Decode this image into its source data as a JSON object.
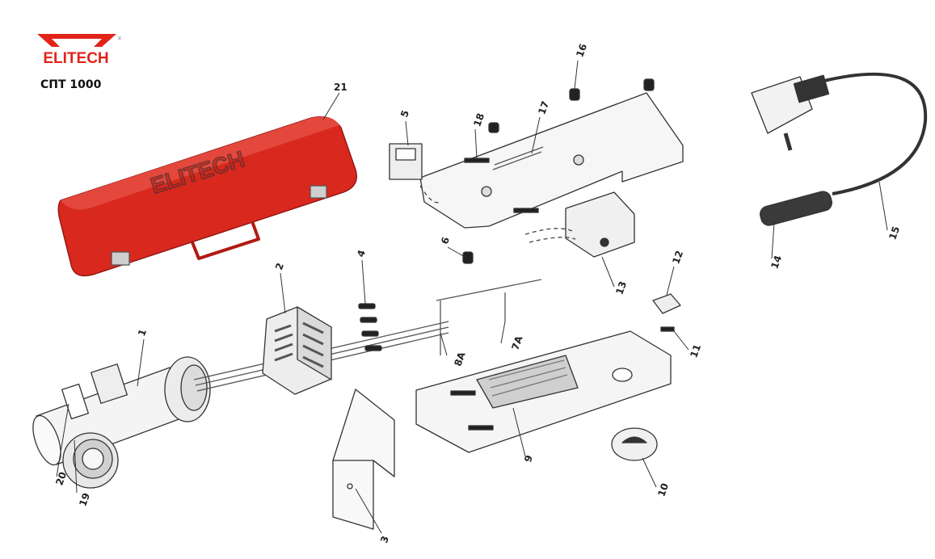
{
  "brand": {
    "name": "ELITECH",
    "color": "#e2231a",
    "mark": "®"
  },
  "model": "СПТ 1000",
  "case_color": "#d9281e",
  "parts": [
    "1",
    "2",
    "3",
    "4",
    "5",
    "6",
    "7A",
    "8A",
    "9",
    "10",
    "11",
    "12",
    "13",
    "14",
    "15",
    "16",
    "17",
    "18",
    "19",
    "20",
    "21"
  ]
}
